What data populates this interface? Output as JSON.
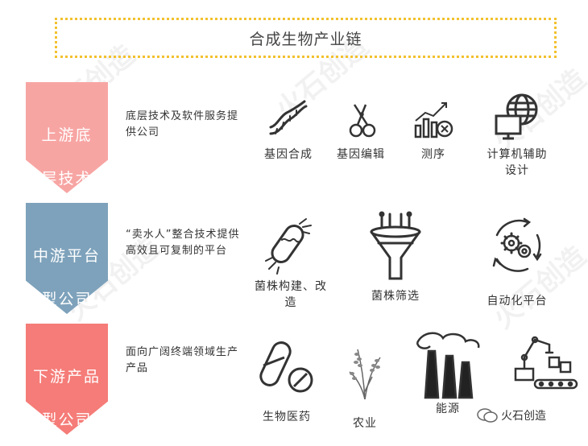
{
  "title": "合成生物产业链",
  "stages": {
    "upstream": {
      "label_line1": "上游底",
      "label_line2": "层技术",
      "desc": "底层技术及软件服务提供公司",
      "items": [
        {
          "label": "基因合成",
          "icon": "dna-icon"
        },
        {
          "label": "基因编辑",
          "icon": "scissors-icon"
        },
        {
          "label": "测序",
          "icon": "chart-analysis-icon"
        },
        {
          "label": "计算机辅助设计",
          "icon": "computer-globe-icon"
        }
      ]
    },
    "midstream": {
      "label_line1": "中游平台",
      "label_line2": "型公司",
      "desc": "“卖水人”整合技术提供高效且可复制的平台",
      "items": [
        {
          "label": "菌株构建、改造",
          "icon": "bacterium-icon"
        },
        {
          "label": "菌株筛选",
          "icon": "funnel-icon"
        },
        {
          "label": "自动化平台",
          "icon": "gears-cycle-icon"
        }
      ]
    },
    "downstream": {
      "label_line1": "下游产品",
      "label_line2": "型公司",
      "desc": "面向广阔终端领域生产产品",
      "items": [
        {
          "label": "生物医药",
          "icon": "pill-icon"
        },
        {
          "label": "农业",
          "icon": "rice-icon"
        },
        {
          "label": "能源",
          "icon": "factory-icon"
        },
        {
          "label": "",
          "icon": "robot-arm-icon"
        }
      ]
    }
  },
  "brand": "火石创造",
  "watermark": "火石创造",
  "colors": {
    "upstream": "#f7a5a3",
    "midstream": "#7ea2bb",
    "downstream": "#f57c78",
    "title_border": "#f2c12e"
  }
}
